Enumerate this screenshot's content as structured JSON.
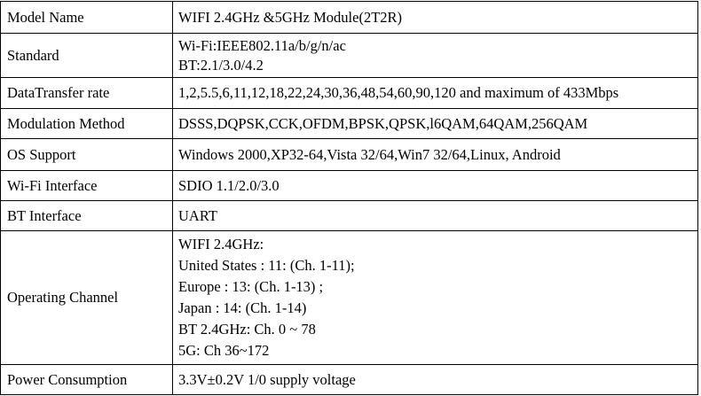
{
  "rows": [
    {
      "label": "Model Name",
      "lines": [
        "WIFI 2.4GHz &5GHz Module(2T2R)"
      ]
    },
    {
      "label": "Standard",
      "lines": [
        "Wi-Fi:IEEE802.11a/b/g/n/ac",
        "BT:2.1/3.0/4.2"
      ]
    },
    {
      "label": "DataTransfer rate",
      "lines": [
        "1,2,5.5,6,11,12,18,22,24,30,36,48,54,60,90,120 and maximum of 433Mbps"
      ]
    },
    {
      "label": "Modulation Method",
      "lines": [
        "DSSS,DQPSK,CCK,OFDM,BPSK,QPSK,l6QAM,64QAM,256QAM"
      ]
    },
    {
      "label": "OS Support",
      "lines": [
        "Windows 2000,XP32-64,Vista 32/64,Win7 32/64,Linux, Android"
      ]
    },
    {
      "label": "Wi-Fi Interface",
      "lines": [
        "SDIO 1.1/2.0/3.0"
      ]
    },
    {
      "label": "BT Interface",
      "lines": [
        "UART"
      ]
    },
    {
      "label": "Operating Channel",
      "lines": [
        "WIFI 2.4GHz:",
        "United States : 11: (Ch. 1-11);",
        "Europe : 13: (Ch. 1-13) ;",
        "Japan : 14: (Ch. 1-14)",
        "BT 2.4GHz: Ch. 0 ~ 78",
        "5G: Ch 36~172"
      ]
    },
    {
      "label": "Power Consumption",
      "lines": [
        "3.3V±0.2V 1/0 supply voltage"
      ]
    }
  ]
}
